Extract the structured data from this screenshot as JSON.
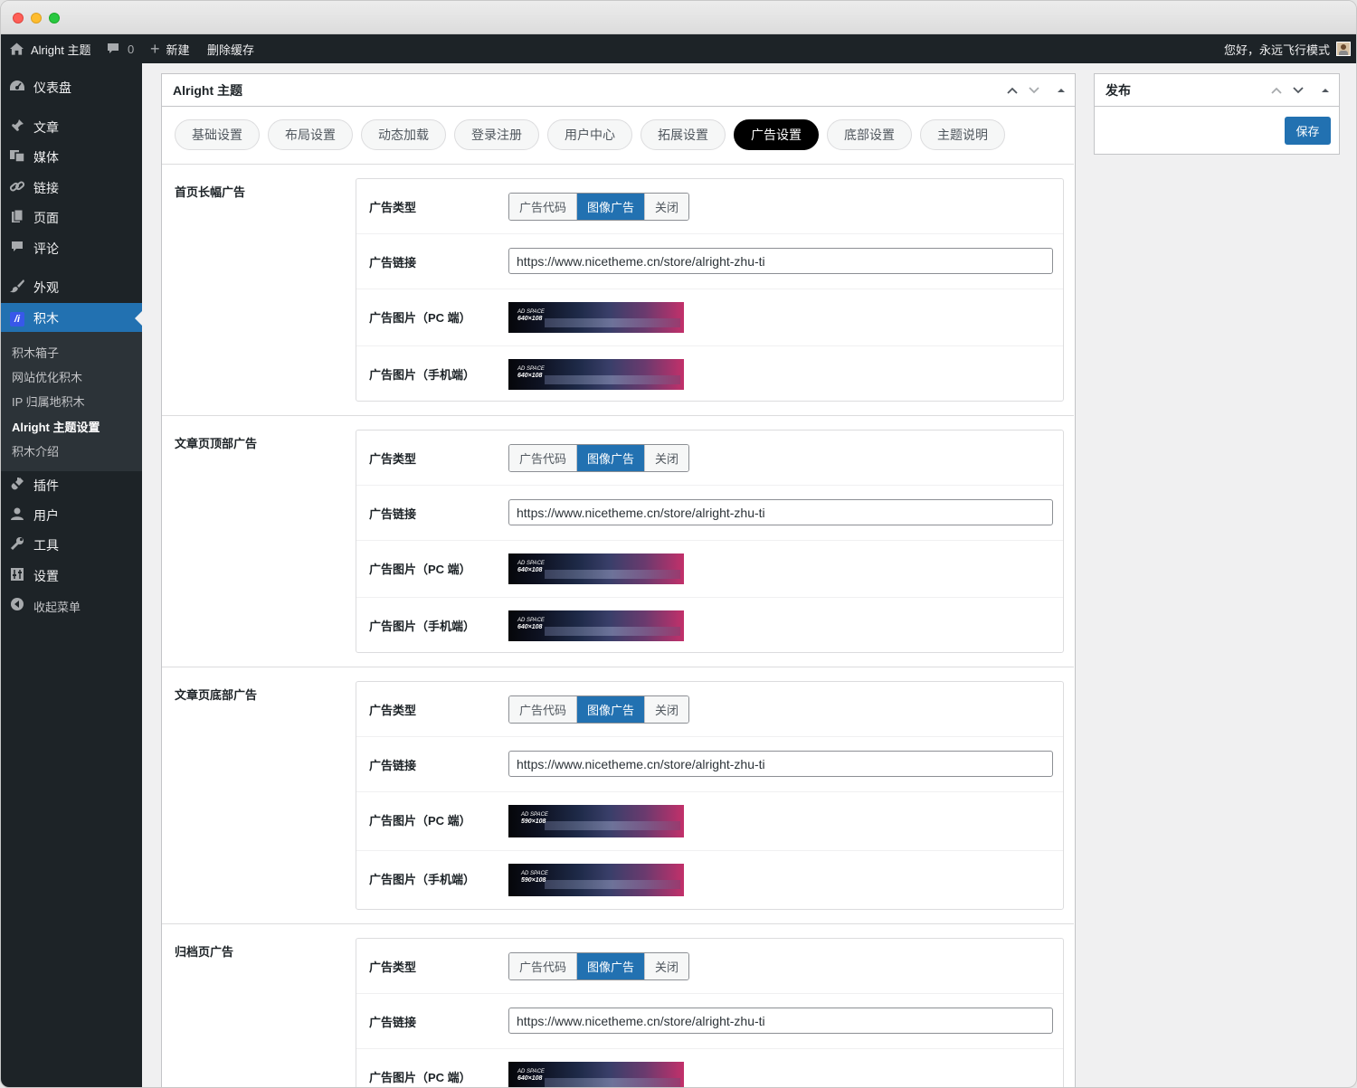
{
  "admin_bar": {
    "site_name": "Alright 主题",
    "comments_count": "0",
    "new_label": "新建",
    "clear_cache_label": "删除缓存",
    "greeting": "您好，永远飞行模式"
  },
  "sidebar": {
    "items": [
      {
        "label": "仪表盘",
        "icon": "dashboard-icon"
      },
      {
        "label": "文章",
        "icon": "pin-icon"
      },
      {
        "label": "媒体",
        "icon": "media-icon"
      },
      {
        "label": "链接",
        "icon": "link-icon"
      },
      {
        "label": "页面",
        "icon": "page-icon"
      },
      {
        "label": "评论",
        "icon": "comment-icon"
      },
      {
        "label": "外观",
        "icon": "brush-icon"
      },
      {
        "label": "积木",
        "icon": "jimu-icon"
      },
      {
        "label": "插件",
        "icon": "plugin-icon"
      },
      {
        "label": "用户",
        "icon": "user-icon"
      },
      {
        "label": "工具",
        "icon": "wrench-icon"
      },
      {
        "label": "设置",
        "icon": "settings-icon"
      },
      {
        "label": "收起菜单",
        "icon": "collapse-icon"
      }
    ],
    "submenu": [
      "积木箱子",
      "网站优化积木",
      "IP 归属地积木",
      "Alright 主题设置",
      "积木介绍"
    ]
  },
  "main_box": {
    "title": "Alright 主题",
    "tabs": [
      "基础设置",
      "布局设置",
      "动态加载",
      "登录注册",
      "用户中心",
      "拓展设置",
      "广告设置",
      "底部设置",
      "主题说明"
    ],
    "active_tab": "广告设置"
  },
  "labels": {
    "ad_type": "广告类型",
    "ad_link": "广告链接",
    "ad_img_pc": "广告图片（PC 端）",
    "ad_img_mobile": "广告图片（手机端）",
    "seg_code": "广告代码",
    "seg_image": "图像广告",
    "seg_off": "关闭"
  },
  "sections": [
    {
      "title": "首页长幅广告",
      "link": "https://www.nicetheme.cn/store/alright-zhu-ti",
      "img_pc_text": "640×108",
      "img_mobile_text": "640×108"
    },
    {
      "title": "文章页顶部广告",
      "link": "https://www.nicetheme.cn/store/alright-zhu-ti",
      "img_pc_text": "640×108",
      "img_mobile_text": "640×108"
    },
    {
      "title": "文章页底部广告",
      "link": "https://www.nicetheme.cn/store/alright-zhu-ti",
      "img_pc_text": "590×108",
      "img_mobile_text": "590×108"
    },
    {
      "title": "归档页广告",
      "link": "https://www.nicetheme.cn/store/alright-zhu-ti",
      "img_pc_text": "640×108"
    }
  ],
  "ad_space_label": "AD SPACE",
  "publish_box": {
    "title": "发布",
    "save_label": "保存"
  },
  "colors": {
    "wp_blue": "#2271b1",
    "admin_dark": "#1d2327"
  }
}
